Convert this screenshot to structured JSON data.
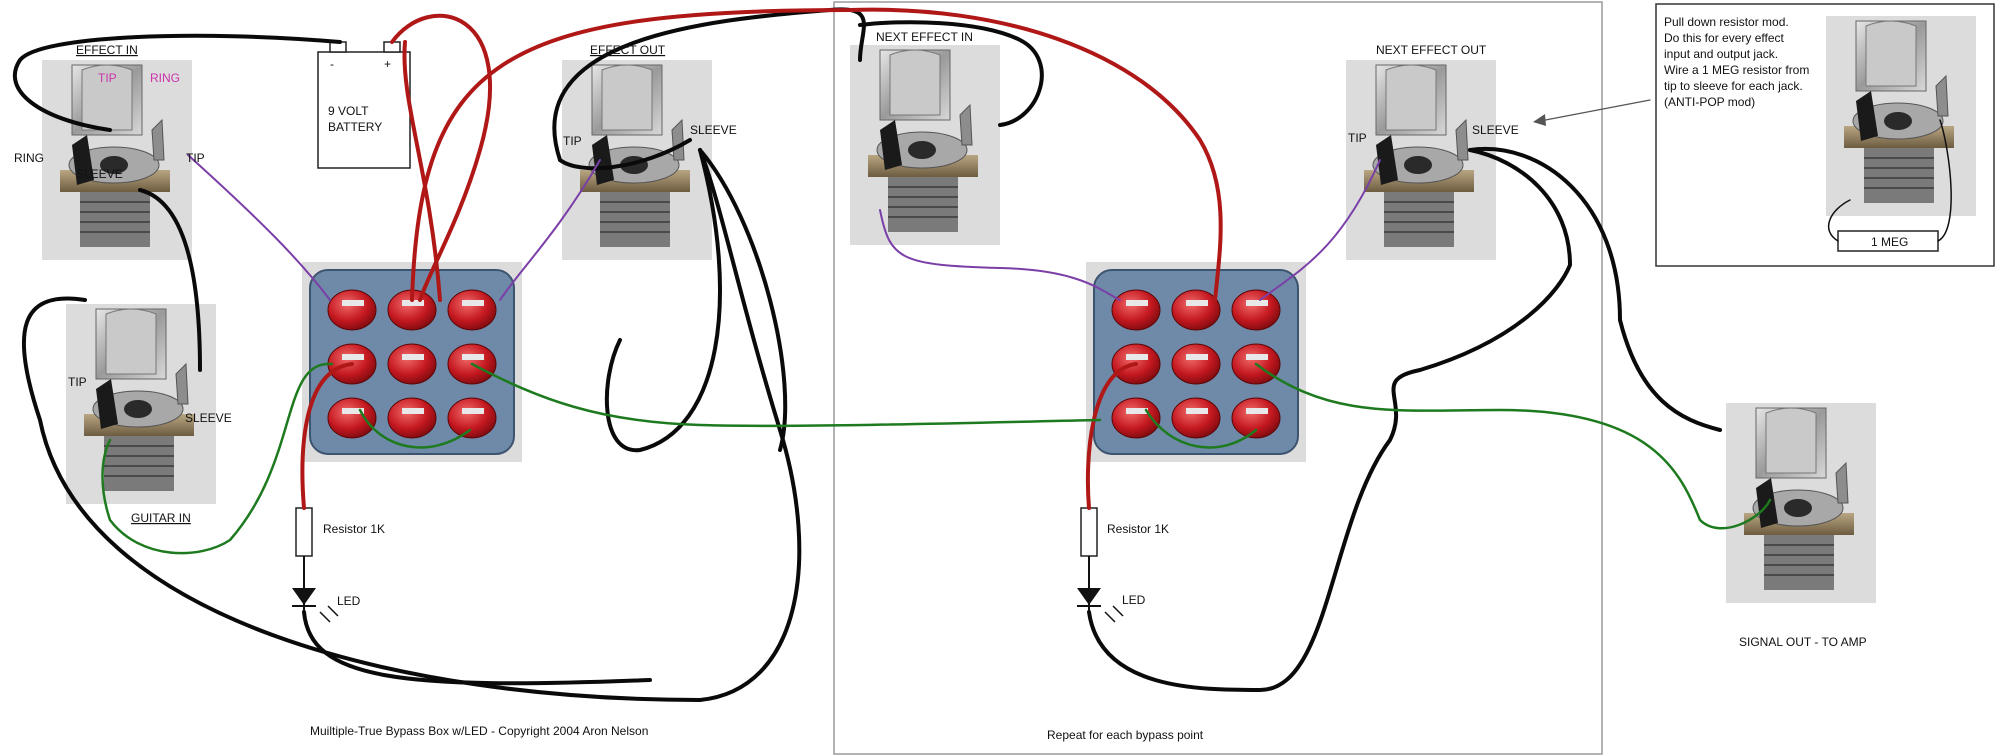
{
  "labels": {
    "effect_in": "EFFECT IN",
    "tip_pink": "TIP",
    "ring_pink": "RING",
    "ring": "RING",
    "sleeve": "SLEEVE",
    "tip": "TIP",
    "battery_minus": "-",
    "battery_plus": "+",
    "battery_line1": "9 VOLT",
    "battery_line2": "BATTERY",
    "effect_out": "EFFECT OUT",
    "guitar_in": "GUITAR IN",
    "resistor_1k": "Resistor 1K",
    "led": "LED",
    "next_effect_in": "NEXT EFFECT IN",
    "next_effect_out": "NEXT EFFECT OUT",
    "signal_out": "SIGNAL OUT - TO AMP",
    "one_meg": "1 MEG",
    "footer_left": "Muiltiple-True Bypass Box w/LED - Copyright 2004 Aron Nelson",
    "footer_right": "Repeat for each bypass point"
  },
  "note_lines": [
    "Pull down resistor mod.",
    "Do this for every effect",
    "input and output jack.",
    "Wire a 1 MEG resistor from",
    "tip to sleeve for each jack.",
    "(ANTI-POP mod)"
  ],
  "colors": {
    "black_wire": "#0a0a0a",
    "red_wire": "#b01818",
    "purple_wire": "#7b3fa8",
    "green_wire": "#1e7a1e",
    "switch_body": "#6e8aa8",
    "switch_lug": "#c41820"
  }
}
